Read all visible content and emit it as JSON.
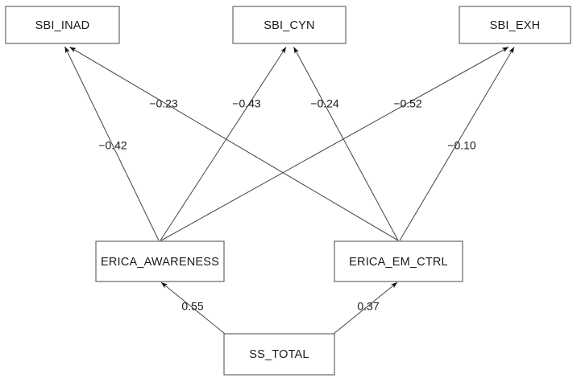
{
  "diagram": {
    "type": "path-diagram",
    "title": "",
    "background_color": "#ffffff",
    "box_stroke_color": "#5a5a5a",
    "edge_stroke_color": "#4a4a4a",
    "text_color": "#1a1a1a",
    "nodes": [
      {
        "id": "sbi_inad",
        "label": "SBI_INAD",
        "row": "top"
      },
      {
        "id": "sbi_cyn",
        "label": "SBI_CYN",
        "row": "top"
      },
      {
        "id": "sbi_exh",
        "label": "SBI_EXH",
        "row": "top"
      },
      {
        "id": "erica_awareness",
        "label": "ERICA_AWARENESS",
        "row": "middle"
      },
      {
        "id": "erica_em_ctrl",
        "label": "ERICA_EM_CTRL",
        "row": "middle"
      },
      {
        "id": "ss_total",
        "label": "SS_TOTAL",
        "row": "bottom"
      }
    ],
    "edges": [
      {
        "id": "e1",
        "from": "erica_awareness",
        "to": "sbi_inad",
        "coefficient": "−0.42"
      },
      {
        "id": "e2",
        "from": "erica_em_ctrl",
        "to": "sbi_inad",
        "coefficient": "−0.23"
      },
      {
        "id": "e3",
        "from": "erica_awareness",
        "to": "sbi_cyn",
        "coefficient": "−0.43"
      },
      {
        "id": "e4",
        "from": "erica_em_ctrl",
        "to": "sbi_cyn",
        "coefficient": "−0.24"
      },
      {
        "id": "e5",
        "from": "erica_awareness",
        "to": "sbi_exh",
        "coefficient": "−0.52"
      },
      {
        "id": "e6",
        "from": "erica_em_ctrl",
        "to": "sbi_exh",
        "coefficient": "−0.10"
      },
      {
        "id": "e7",
        "from": "ss_total",
        "to": "erica_awareness",
        "coefficient": "0.55"
      },
      {
        "id": "e8",
        "from": "ss_total",
        "to": "erica_em_ctrl",
        "coefficient": "0.37"
      }
    ],
    "labels": {
      "neg_042": "−0.42",
      "neg_023": "−0.23",
      "neg_043": "−0.43",
      "neg_024": "−0.24",
      "neg_052": "−0.52",
      "neg_010": "−0.10",
      "pos_055": "0.55",
      "pos_037": "0.37"
    }
  }
}
